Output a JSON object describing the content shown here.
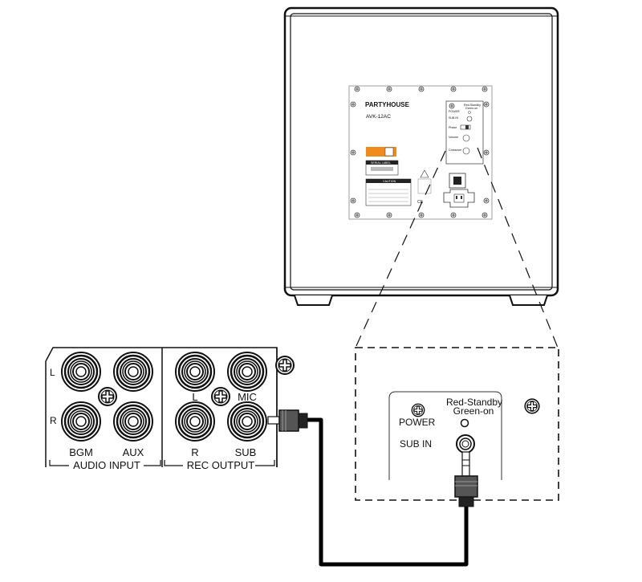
{
  "speaker": {
    "brand": "PARTYHOUSE",
    "model": "AVK-12AC",
    "serial_label": "SERIAL LABEL",
    "caution_label": "CAUTION",
    "panel_status": "Red-Standby Green-on",
    "panel_power": "POWER",
    "panel_sub_in": "SUB IN",
    "panel_phase": "Phase",
    "panel_volume": "Volume",
    "panel_crossover": "Crossover"
  },
  "amplifier": {
    "label_left": "L",
    "label_right": "R",
    "bgm": "BGM",
    "aux": "AUX",
    "audio_input": "AUDIO INPUT",
    "rec_output": "REC OUTPUT",
    "rec_l": "L",
    "mic": "MIC",
    "rec_r": "R",
    "sub": "SUB"
  },
  "detail": {
    "status_line1": "Red-Standby",
    "status_line2": "Green-on",
    "power": "POWER",
    "sub_in": "SUB IN"
  },
  "colors": {
    "line": "#111111",
    "warning": "#f08a1c",
    "cable": "#000000"
  }
}
